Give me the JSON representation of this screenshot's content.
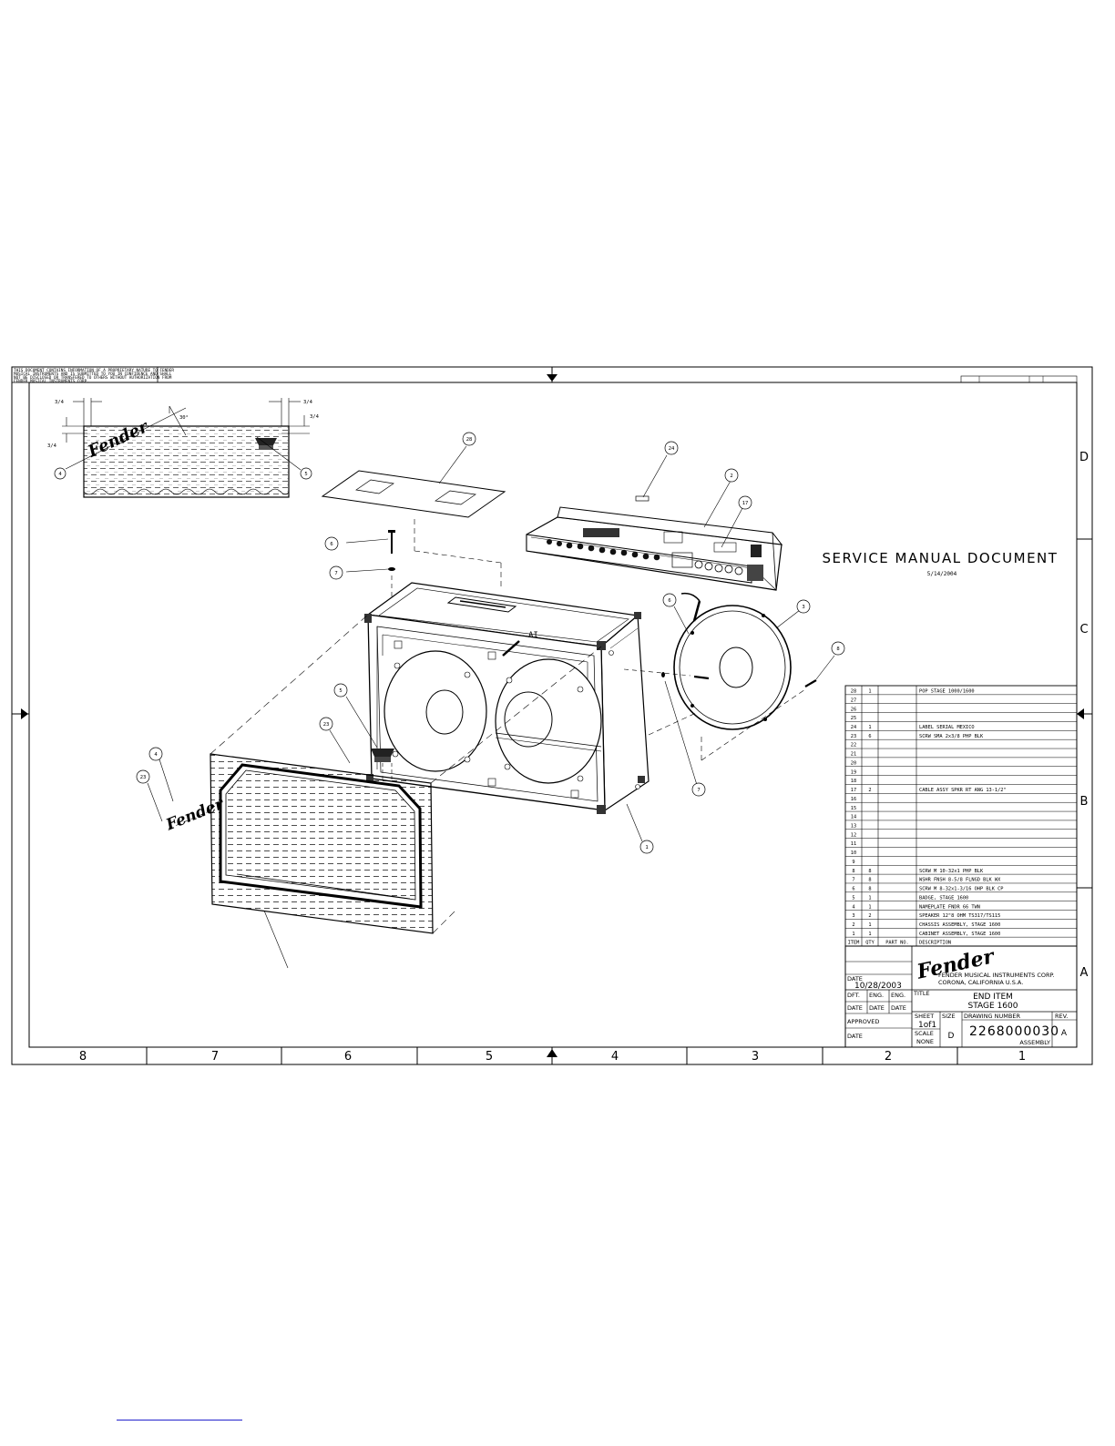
{
  "proprietary_note": [
    "THIS DOCUMENT CONTAINS INFORMATION OF A PROPRIETARY NATURE TO FENDER",
    "MUSICAL INSTRUMENTS AND IS SUBMITTED TO YOU IN CONFIDENCE AND SHALL",
    "NOT BE DISCLOSED OR TRANSFERED TO OTHERS WITHOUT AUTHORIZATION FROM",
    "FENDER MUSICAL INSTRUMENTS CORP."
  ],
  "service_manual": {
    "title": "SERVICE MANUAL DOCUMENT",
    "date": "5/14/2004"
  },
  "detail_dims": {
    "left": "3/4",
    "left_vert": "3/4",
    "angle": "30°",
    "right": "3/4",
    "right_vert": "3/4"
  },
  "zones": {
    "columns": [
      "8",
      "7",
      "6",
      "5",
      "4",
      "3",
      "2",
      "1"
    ],
    "rows": [
      "D",
      "C",
      "B",
      "A"
    ]
  },
  "bom": {
    "headers": [
      "ITEM",
      "QTY",
      "PART NO.",
      "DESCRIPTION"
    ],
    "rows": [
      {
        "item": "28",
        "qty": "1",
        "desc": "POP STAGE 1000/1600"
      },
      {
        "item": "27",
        "qty": "",
        "desc": ""
      },
      {
        "item": "26",
        "qty": "",
        "desc": ""
      },
      {
        "item": "25",
        "qty": "",
        "desc": ""
      },
      {
        "item": "24",
        "qty": "1",
        "desc": "LABEL SERIAL MEXICO"
      },
      {
        "item": "23",
        "qty": "6",
        "desc": "SCRW SMA 2x3/8 PHP BLK"
      },
      {
        "item": "22",
        "qty": "",
        "desc": ""
      },
      {
        "item": "21",
        "qty": "",
        "desc": ""
      },
      {
        "item": "20",
        "qty": "",
        "desc": ""
      },
      {
        "item": "19",
        "qty": "",
        "desc": ""
      },
      {
        "item": "18",
        "qty": "",
        "desc": ""
      },
      {
        "item": "17",
        "qty": "2",
        "desc": "CABLE ASSY SPKR RT ANG 13-1/2\""
      },
      {
        "item": "16",
        "qty": "",
        "desc": ""
      },
      {
        "item": "15",
        "qty": "",
        "desc": ""
      },
      {
        "item": "14",
        "qty": "",
        "desc": ""
      },
      {
        "item": "13",
        "qty": "",
        "desc": ""
      },
      {
        "item": "12",
        "qty": "",
        "desc": ""
      },
      {
        "item": "11",
        "qty": "",
        "desc": ""
      },
      {
        "item": "10",
        "qty": "",
        "desc": ""
      },
      {
        "item": "9",
        "qty": "",
        "desc": ""
      },
      {
        "item": "8",
        "qty": "8",
        "desc": "SCRW M 10-32x1 PHP BLK"
      },
      {
        "item": "7",
        "qty": "8",
        "desc": "WSHR FNSH 8-5/8 FLNGD BLK WX"
      },
      {
        "item": "6",
        "qty": "8",
        "desc": "SCRW M 8-32x1-3/16 OHP BLK CP"
      },
      {
        "item": "5",
        "qty": "1",
        "desc": "BADGE, STAGE 1600"
      },
      {
        "item": "4",
        "qty": "1",
        "desc": "NAMEPLATE FNDR 66 TWN"
      },
      {
        "item": "3",
        "qty": "2",
        "desc": "SPEAKER 12\"8 OHM TS317/TS115"
      },
      {
        "item": "2",
        "qty": "1",
        "desc": "CHASSIS ASSEMBLY, STAGE 1600"
      },
      {
        "item": "1",
        "qty": "1",
        "desc": "CABINET ASSEMBLY, STAGE 1600"
      }
    ]
  },
  "title_block": {
    "logo": "Fender",
    "company": "FENDER MUSICAL INSTRUMENTS CORP.",
    "location": "CORONA, CALIFORNIA     U.S.A.",
    "date_label": "DATE",
    "date": "10/28/2003",
    "dft": "DFT.",
    "eng1": "ENG.",
    "eng2": "ENG.",
    "date1": "DATE",
    "date2": "DATE",
    "date3": "DATE",
    "approved": "APPROVED",
    "date4": "DATE",
    "title_label": "TITLE",
    "title_line1": "END ITEM",
    "title_line2": "STAGE 1600",
    "sheet_label": "SHEET",
    "sheet": "1of1",
    "size_label": "SIZE",
    "size": "D",
    "scale_label": "SCALE",
    "scale": "NONE",
    "drawing_number_label": "DRAWING NUMBER",
    "drawing_number": "2268000030",
    "drawing_type": "ASSEMBLY",
    "rev_label": "REV.",
    "rev": "A"
  },
  "callouts": {
    "c28": "28",
    "c24": "24",
    "c2": "2",
    "c17": "17",
    "c4a": "4",
    "c5a": "5",
    "c6a": "6",
    "c7a": "7",
    "c6b": "6",
    "c3": "3",
    "c8": "8",
    "c5b": "5",
    "c23a": "23",
    "c4b": "4",
    "c23b": "23",
    "c7b": "7",
    "c1": "1"
  }
}
